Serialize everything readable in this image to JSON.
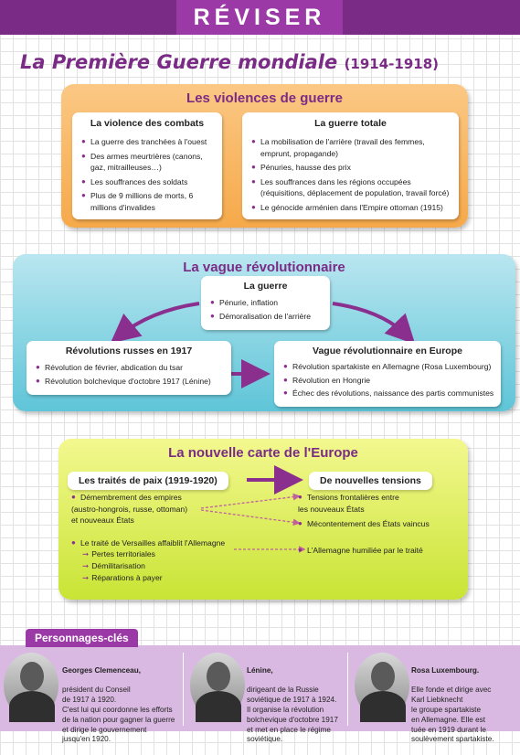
{
  "header": {
    "label": "RÉVISER"
  },
  "page_title": {
    "text": "La Première Guerre mondiale",
    "dates": "(1914-1918)"
  },
  "violences": {
    "title": "Les violences de guerre",
    "combats": {
      "title": "La violence des combats",
      "items": [
        "La guerre des tranchées à l'ouest",
        "Des armes meurtrières (canons, gaz, mitrailleuses…)",
        "Les souffrances des soldats",
        "Plus de 9 millions de morts, 6 millions d'invalides"
      ]
    },
    "totale": {
      "title": "La guerre totale",
      "items": [
        "La mobilisation de l'arrière (travail des femmes, emprunt, propagande)",
        "Pénuries, hausse des prix",
        "Les souffrances dans les régions occupées (réquisitions, déplacement de population, travail forcé)",
        "Le génocide arménien dans l'Empire ottoman (1915)"
      ]
    }
  },
  "vague": {
    "title": "La vague révolutionnaire",
    "guerre": {
      "title": "La guerre",
      "items": [
        "Pénurie, inflation",
        "Démoralisation de l'arrière"
      ]
    },
    "russes": {
      "title": "Révolutions russes en 1917",
      "items": [
        "Révolution de février, abdication du tsar",
        "Révolution bolchevique d'octobre 1917 (Lénine)"
      ]
    },
    "europe": {
      "title": "Vague révolutionnaire en Europe",
      "items": [
        "Révolution spartakiste en Allemagne (Rosa Luxembourg)",
        "Révolution en Hongrie",
        "Échec des révolutions, naissance des partis communistes"
      ]
    }
  },
  "carte": {
    "title": "La nouvelle carte de l'Europe",
    "left_head": "Les traités de paix (1919-1920)",
    "right_head": "De nouvelles tensions",
    "left_block1": [
      "Démembrement des empires",
      "(austro-hongrois, russe, ottoman)",
      "et nouveaux États"
    ],
    "left_block2": "Le traité de Versailles affaiblit l'Allemagne",
    "left_subs": [
      "Pertes territoriales",
      "Démilitarisation",
      "Réparations à payer"
    ],
    "right_items": [
      "Tensions frontalières entre",
      "les nouveaux États",
      "Mécontentement des États vaincus",
      "L'Allemagne humiliée par le traité"
    ]
  },
  "personnages": {
    "tab": "Personnages-clés",
    "people": [
      {
        "name": "Georges Clemenceau,",
        "text": "président du Conseil\nde 1917 à 1920.\nC'est lui qui coordonne les efforts\nde la nation pour gagner la guerre\net dirige le gouvernement\njusqu'en 1920."
      },
      {
        "name": "Lénine,",
        "text": "dirigeant de la Russie\nsoviétique de 1917 à 1924.\nIl organise la révolution\nbolchevique d'octobre 1917\net met en place le régime\nsoviétique."
      },
      {
        "name": "Rosa Luxembourg.",
        "text": "Elle fonde et dirige avec\nKarl Liebknecht\nle groupe spartakiste\nen Allemagne. Elle est\ntuée en 1919 durant le\nsoulèvement spartakiste."
      }
    ]
  },
  "colors": {
    "purple": "#7a2b86",
    "orange": "#f6a94a",
    "cyan": "#5fc5d8",
    "lime": "#c9e435"
  }
}
